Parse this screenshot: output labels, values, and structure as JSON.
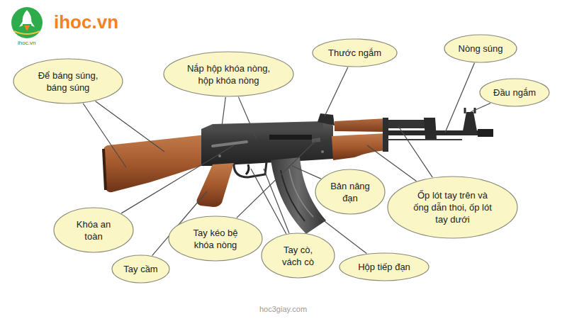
{
  "diagram": {
    "nodes": [
      {
        "text": [
          "Nắp hộp khóa nòng, hộp khóa nòng"
        ]
      },
      {
        "text": [
          "Thước ngắm"
        ]
      },
      {
        "text": [
          "Nòng súng"
        ]
      },
      {
        "text": [
          "Để báng súng, báng súng"
        ]
      },
      {
        "text": [
          "Đầu ngắm"
        ]
      },
      {
        "text": [
          "Bản nâng đạn"
        ]
      },
      {
        "text": [
          "Ốp lót tay trên và ống dẫn thoi, ốp lót tay dưới"
        ]
      },
      {
        "text": [
          "Khóa an toàn"
        ]
      },
      {
        "text": [
          "Tay kéo bệ khóa nòng"
        ]
      },
      {
        "text": [
          "Tay cò, vách cò"
        ]
      },
      {
        "text": [
          "Tay cầm"
        ]
      },
      {
        "text": [
          "Hộp tiếp đạn"
        ]
      }
    ],
    "labels": [
      "ihoc.vn",
      "ihoc.vn",
      "hoc3giay.com"
    ]
  }
}
